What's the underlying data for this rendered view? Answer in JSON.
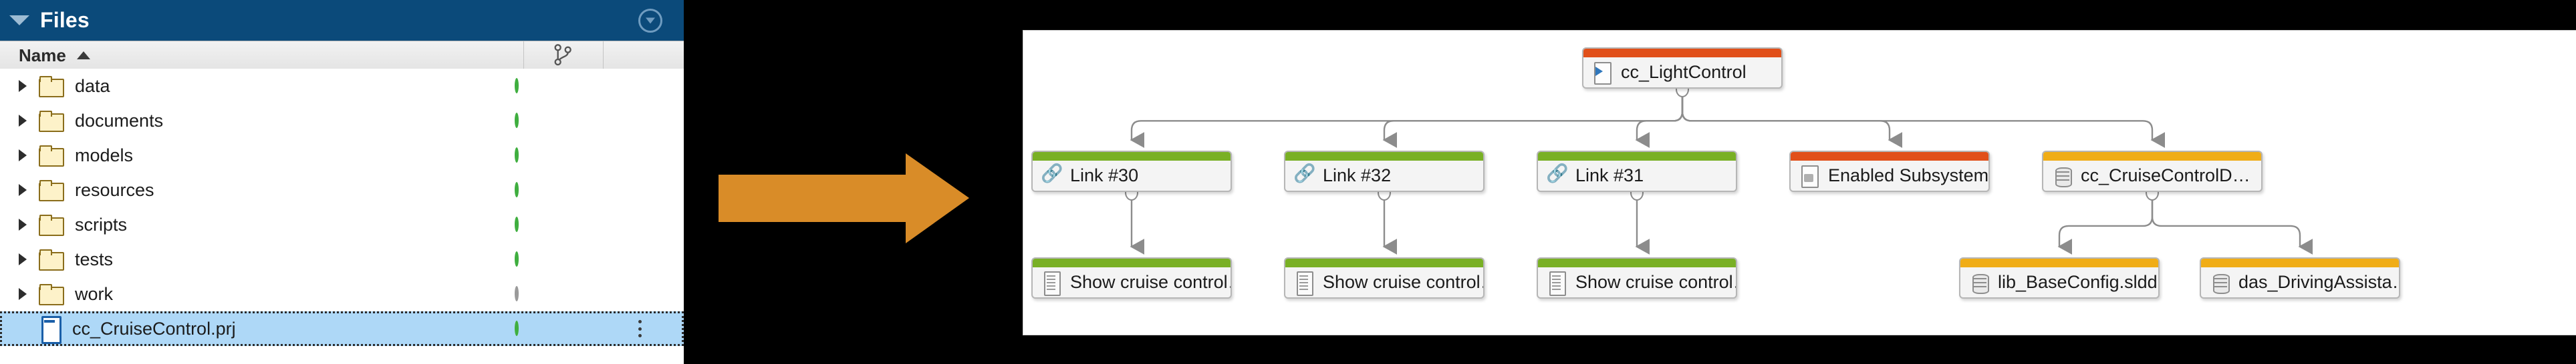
{
  "files_panel": {
    "title": "Files",
    "collapse_icon": "triangle-down-icon",
    "header_action_icon": "filter-circle-icon",
    "columns": {
      "name": "Name",
      "sort_direction": "ascending",
      "git_icon": "git-branch-icon"
    },
    "rows": [
      {
        "name": "data",
        "type": "folder",
        "expandable": true,
        "status": "green",
        "selected": false
      },
      {
        "name": "documents",
        "type": "folder",
        "expandable": true,
        "status": "green",
        "selected": false
      },
      {
        "name": "models",
        "type": "folder",
        "expandable": true,
        "status": "green",
        "selected": false
      },
      {
        "name": "resources",
        "type": "folder",
        "expandable": true,
        "status": "green",
        "selected": false
      },
      {
        "name": "scripts",
        "type": "folder",
        "expandable": true,
        "status": "green",
        "selected": false
      },
      {
        "name": "tests",
        "type": "folder",
        "expandable": true,
        "status": "green",
        "selected": false
      },
      {
        "name": "work",
        "type": "folder",
        "expandable": true,
        "status": "grey",
        "selected": false
      },
      {
        "name": "cc_CruiseControl.prj",
        "type": "project",
        "expandable": false,
        "status": "green",
        "selected": true
      }
    ]
  },
  "transition": {
    "arrow_icon": "right-block-arrow",
    "color": "#d98c28"
  },
  "graph": {
    "colors": {
      "model_bar": "#e1501a",
      "link_bar": "#79b025",
      "data_bar": "#f0ad17",
      "node_fill": "#f4f4f4",
      "node_border": "#b6b6b6",
      "connector": "#8c8c8c"
    },
    "nodes": [
      {
        "id": "root",
        "label": "cc_LightControl",
        "icon": "model-icon",
        "bar": "model",
        "row": 0
      },
      {
        "id": "l30",
        "label": "Link #30",
        "icon": "link-icon",
        "bar": "link",
        "row": 1
      },
      {
        "id": "l32",
        "label": "Link #32",
        "icon": "link-icon",
        "bar": "link",
        "row": 1
      },
      {
        "id": "l31",
        "label": "Link #31",
        "icon": "link-icon",
        "bar": "link",
        "row": 1
      },
      {
        "id": "ensub",
        "label": "Enabled Subsystem",
        "icon": "subsystem-icon",
        "bar": "model",
        "row": 1
      },
      {
        "id": "ccdd",
        "label": "cc_CruiseControlD…",
        "icon": "data-icon",
        "bar": "data",
        "row": 1
      },
      {
        "id": "scc1",
        "label": "Show cruise control…",
        "icon": "doc-icon",
        "bar": "link",
        "row": 2
      },
      {
        "id": "scc2",
        "label": "Show cruise control…",
        "icon": "doc-icon",
        "bar": "link",
        "row": 2
      },
      {
        "id": "scc3",
        "label": "Show cruise control…",
        "icon": "doc-icon",
        "bar": "link",
        "row": 2
      },
      {
        "id": "base",
        "label": "lib_BaseConfig.sldd",
        "icon": "data-icon",
        "bar": "data",
        "row": 2
      },
      {
        "id": "das",
        "label": "das_DrivingAssista…",
        "icon": "data-icon",
        "bar": "data",
        "row": 2
      }
    ],
    "edges": [
      {
        "from": "root",
        "to": "l30"
      },
      {
        "from": "root",
        "to": "l32"
      },
      {
        "from": "root",
        "to": "l31"
      },
      {
        "from": "root",
        "to": "ensub"
      },
      {
        "from": "root",
        "to": "ccdd"
      },
      {
        "from": "l30",
        "to": "scc1"
      },
      {
        "from": "l32",
        "to": "scc2"
      },
      {
        "from": "l31",
        "to": "scc3"
      },
      {
        "from": "ccdd",
        "to": "base"
      },
      {
        "from": "ccdd",
        "to": "das"
      }
    ]
  }
}
